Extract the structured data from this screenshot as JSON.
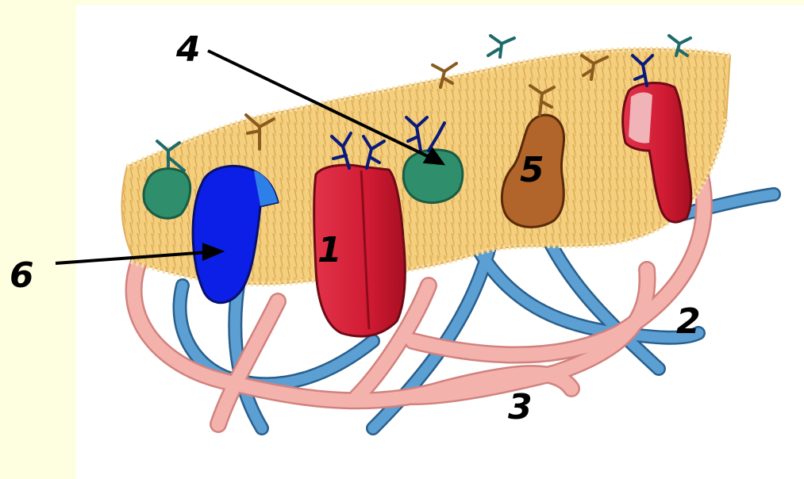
{
  "labels": {
    "l1": "1",
    "l2": "2",
    "l3": "3",
    "l4": "4",
    "l5": "5",
    "l6": "6"
  },
  "colors": {
    "page_background": "#fefee0",
    "panel_background": "#ffffff",
    "membrane": "#f3cf7e",
    "membrane_lines": "#d9a24a",
    "cytoskeleton_blue": "#4e8fc4",
    "cytoskeleton_pink": "#f0a7a2",
    "integral_protein_red": "#d81e36",
    "glycoprotein_green": "#2f8f6c",
    "peripheral_protein_blue": "#0c1fe6",
    "glycolipid_brown": "#b2652a",
    "carbohydrate_chain_navy": "#0a1a7a",
    "carbohydrate_chain_brown": "#8a5a1e"
  }
}
